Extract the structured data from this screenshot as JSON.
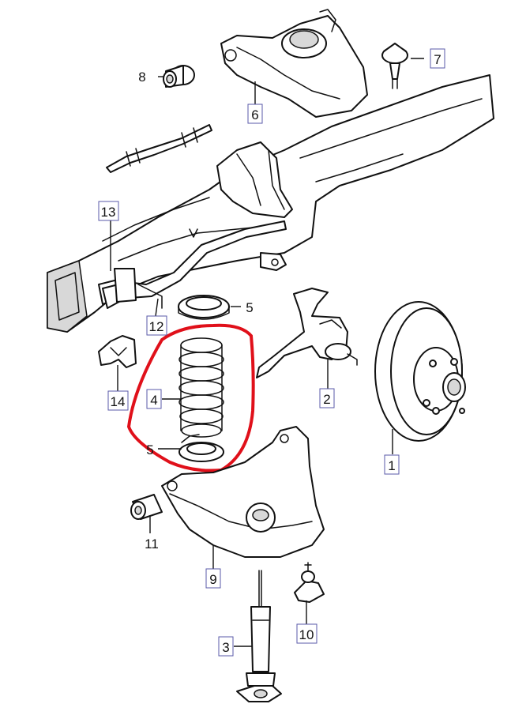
{
  "callouts": {
    "1": "1",
    "2": "2",
    "3": "3",
    "4": "4",
    "5a": "5",
    "5b": "5",
    "6": "6",
    "7": "7",
    "8": "8",
    "9": "9",
    "10": "10",
    "11": "11",
    "12": "12",
    "13": "13",
    "14": "14"
  },
  "colors": {
    "outline": "#111111",
    "label_box": "#5a5aa8",
    "highlight": "#e0101a",
    "background": "#ffffff"
  },
  "highlight": {
    "target_part": "4"
  }
}
